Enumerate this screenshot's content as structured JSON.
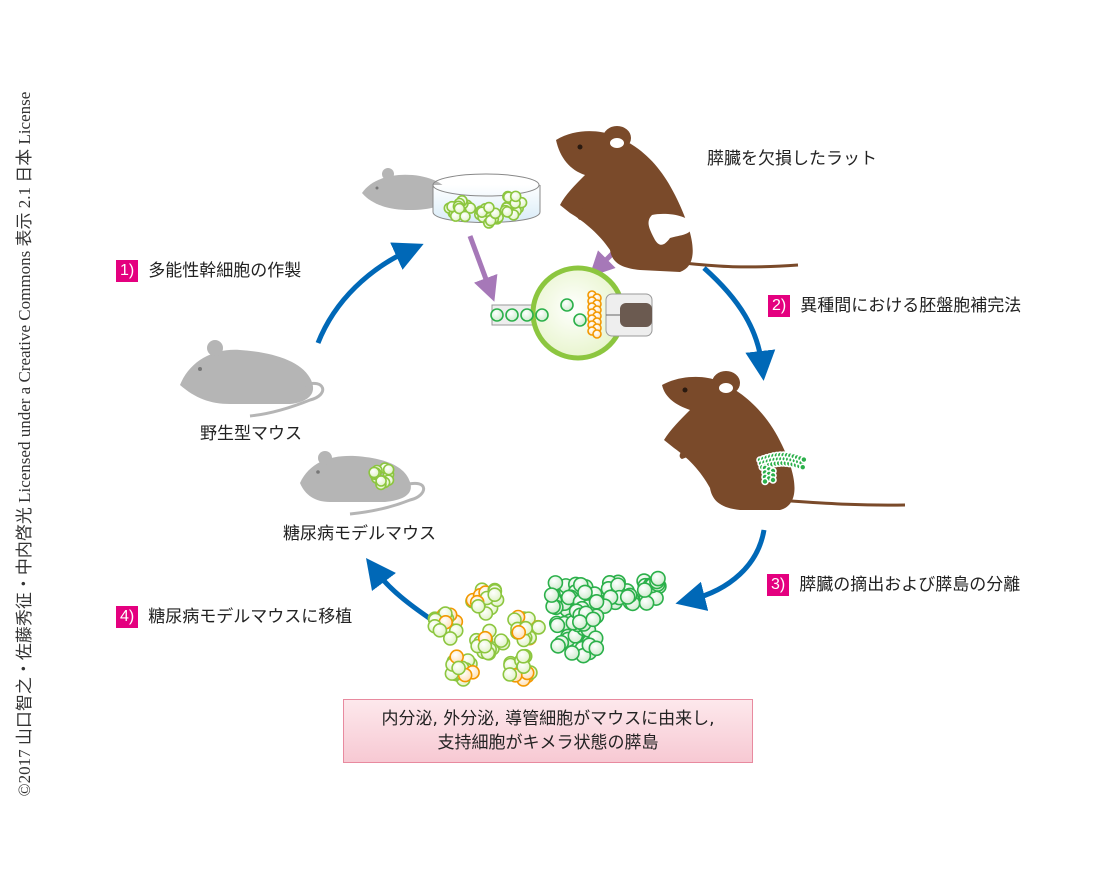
{
  "credit": "©2017 山口智之・佐藤秀征・中内啓光 Licensed under a Creative Commons 表示 2.1 日本 License",
  "labels": {
    "wild_type_mouse": "野生型マウス",
    "pancreas_deficient_rat": "膵臓を欠損したラット",
    "diabetic_model_mouse": "糖尿病モデルマウス"
  },
  "steps": [
    {
      "number": "1)",
      "text": "多能性幹細胞の作製"
    },
    {
      "number": "2)",
      "text": "異種間における胚盤胞補完法"
    },
    {
      "number": "3)",
      "text": "膵臓の摘出および膵島の分離"
    },
    {
      "number": "4)",
      "text": "糖尿病モデルマウスに移植"
    }
  ],
  "note": {
    "line1": "内分泌, 外分泌, 導管細胞がマウスに由来し,",
    "line2": "支持細胞がキメラ状態の膵島"
  },
  "colors": {
    "badge": "#e4007f",
    "cycle_arrow": "#0068b7",
    "injection_arrow": "#a678b8",
    "rat": "#7a4a2a",
    "mouse": "#b5b5b5",
    "mouse_cells": "#8cc63f",
    "rat_pancreas_cells": "#2bb04a",
    "rat_host_cells": "#f39800"
  }
}
